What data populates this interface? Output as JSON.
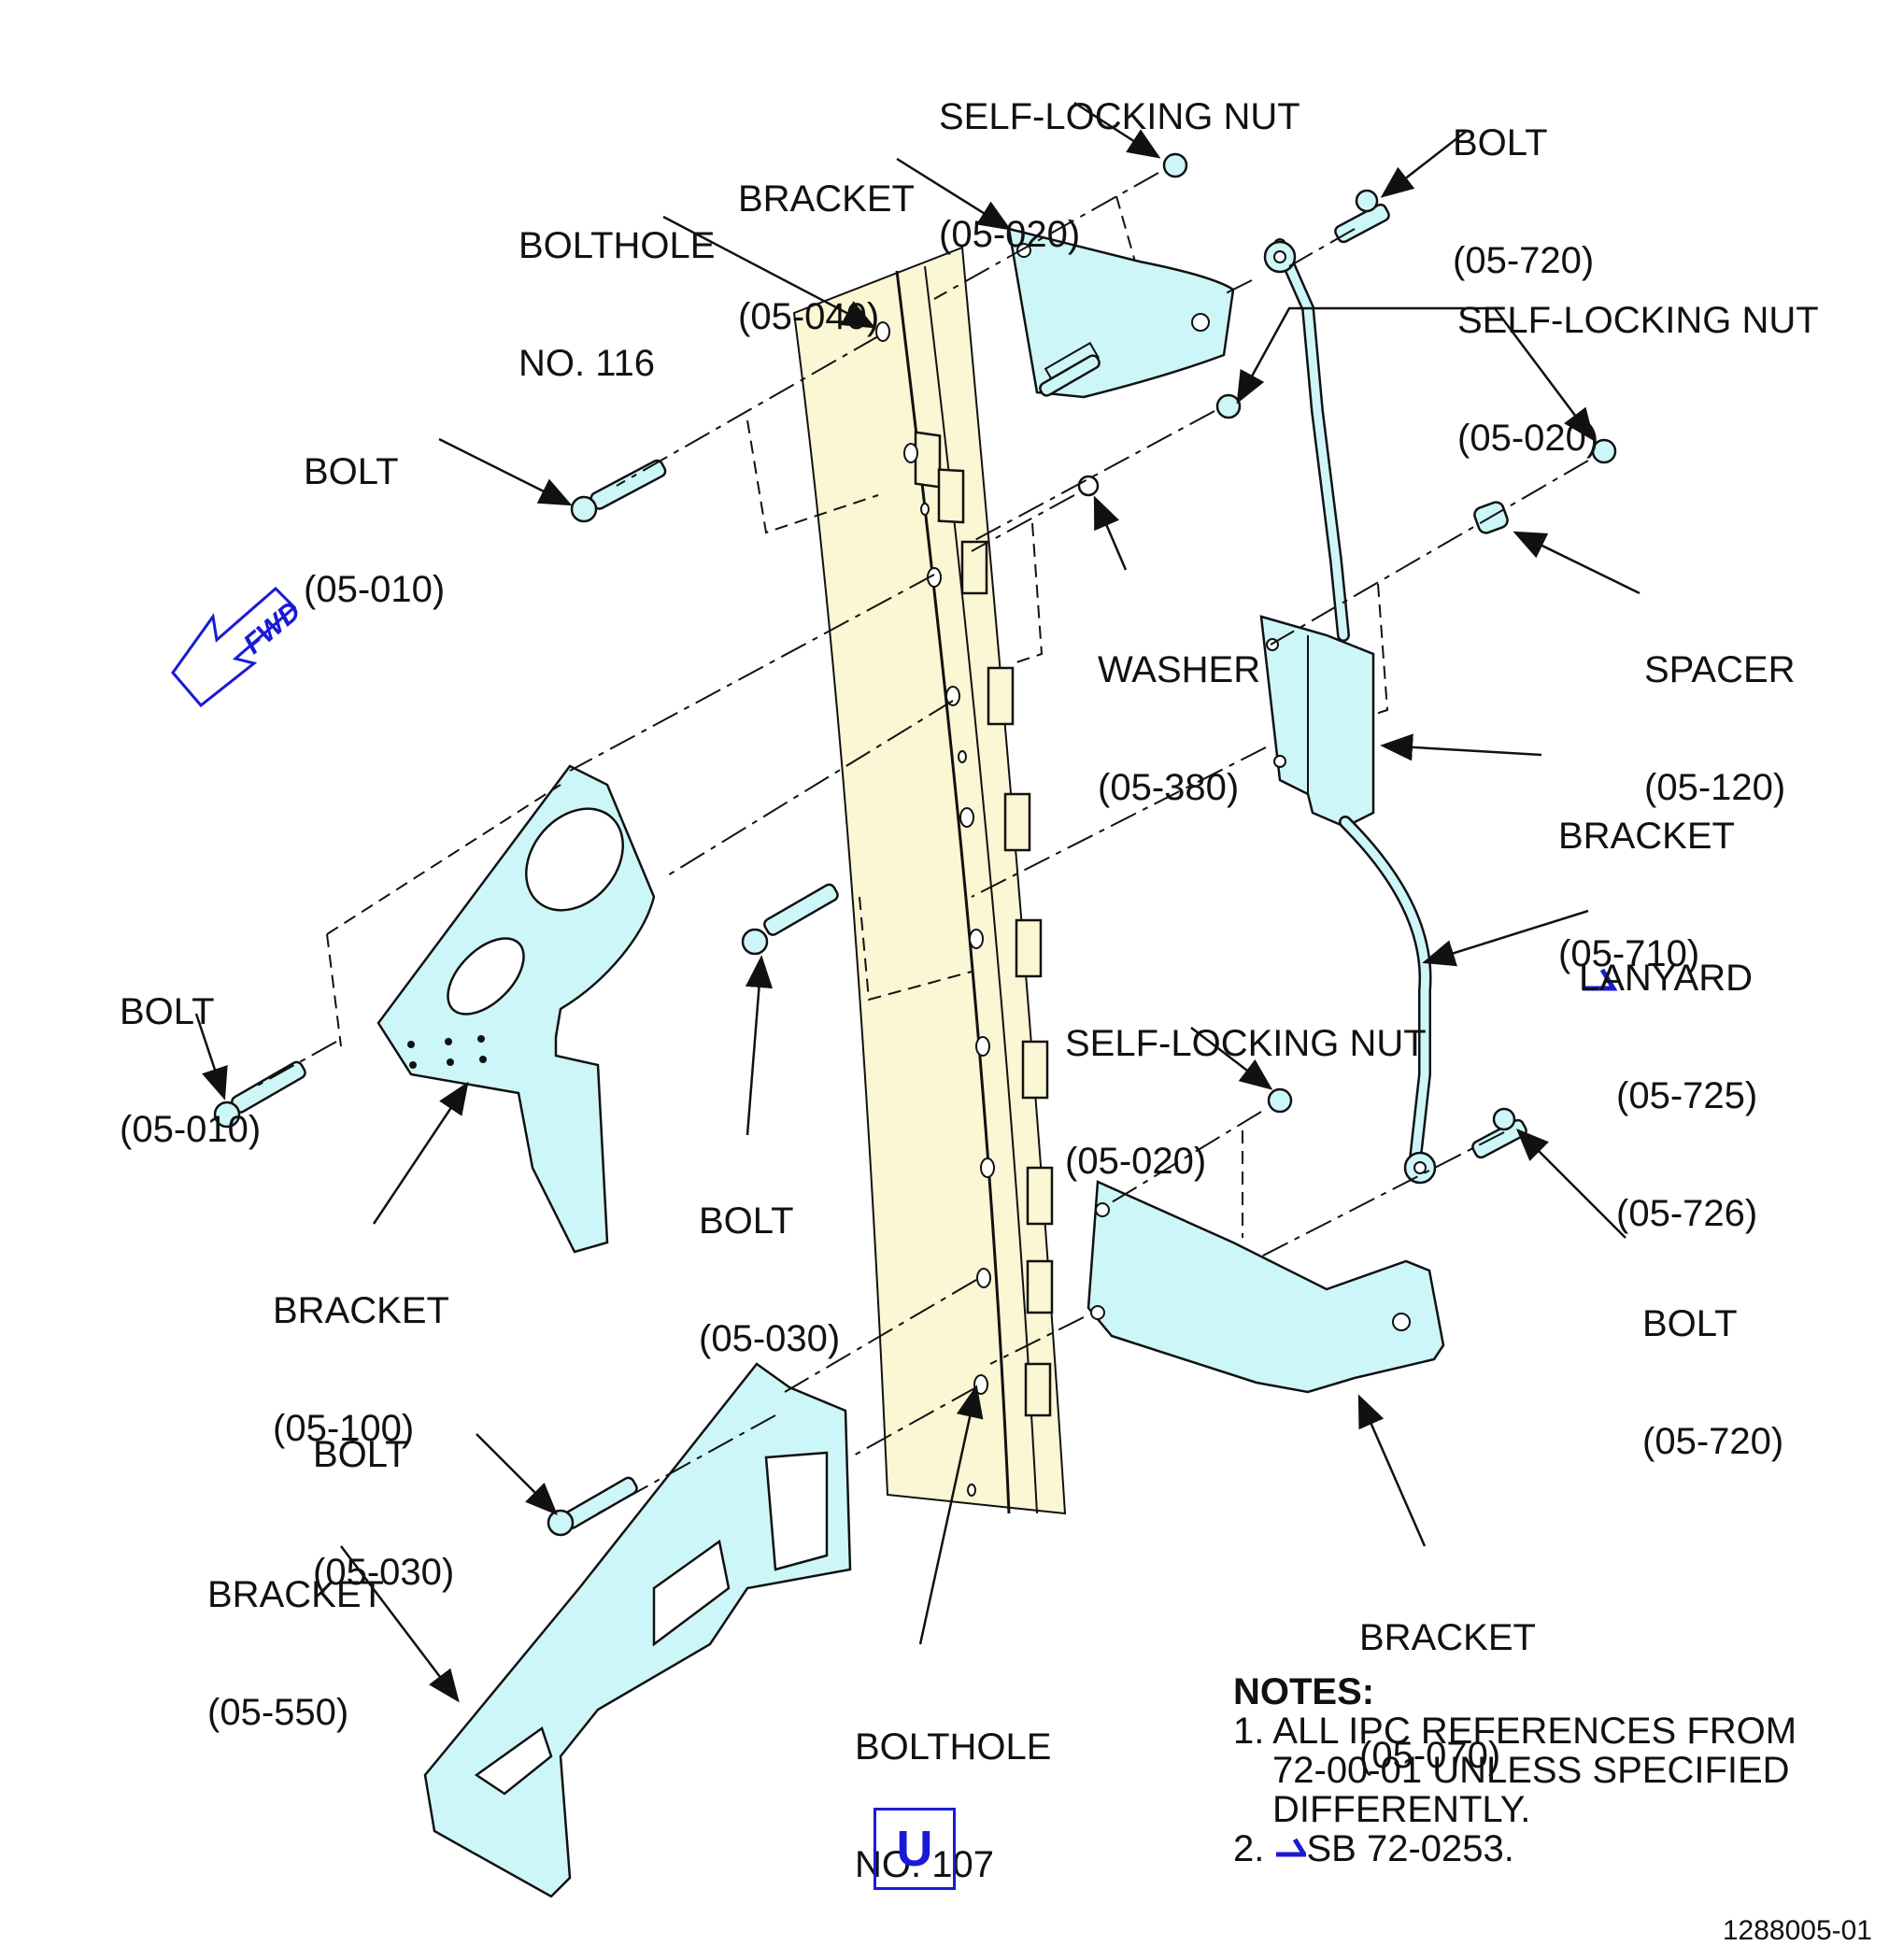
{
  "labels": {
    "nut_top": {
      "line1": "SELF-LOCKING NUT",
      "line2": "(05-020)"
    },
    "bolt_720_top": {
      "line1": "BOLT",
      "line2": "(05-720)"
    },
    "bracket_040": {
      "line1": "BRACKET",
      "line2": "(05-040)"
    },
    "bolthole_116": {
      "line1": "BOLTHOLE",
      "line2": "NO. 116"
    },
    "nut_right": {
      "line1": "SELF-LOCKING NUT",
      "line2": "(05-020)"
    },
    "bolt_010_upper": {
      "line1": "BOLT",
      "line2": "(05-010)"
    },
    "washer": {
      "line1": "WASHER",
      "line2": "(05-380)"
    },
    "spacer": {
      "line1": "SPACER",
      "line2": "(05-120)"
    },
    "bracket_710": {
      "line1": "BRACKET",
      "line2": "(05-710)"
    },
    "lanyard": {
      "line1": "LANYARD",
      "line2": "(05-725)",
      "line3": "(05-726)"
    },
    "bolt_010_lower": {
      "line1": "BOLT",
      "line2": "(05-010)"
    },
    "nut_mid": {
      "line1": "SELF-LOCKING NUT",
      "line2": "(05-020)"
    },
    "bolt_030_mid": {
      "line1": "BOLT",
      "line2": "(05-030)"
    },
    "bracket_100": {
      "line1": "BRACKET",
      "line2": "(05-100)"
    },
    "bolt_720_low": {
      "line1": "BOLT",
      "line2": "(05-720)"
    },
    "bolt_030_low": {
      "line1": "BOLT",
      "line2": "(05-030)"
    },
    "bracket_550": {
      "line1": "BRACKET",
      "line2": "(05-550)"
    },
    "bolthole_107": {
      "line1": "BOLTHOLE",
      "line2": "NO. 107"
    },
    "bracket_070": {
      "line1": "BRACKET",
      "line2": "(05-070)"
    }
  },
  "fwd": "FWD",
  "notes": {
    "title": "NOTES:",
    "item1_a": "1. ALL IPC REFERENCES FROM",
    "item1_b": "72-00-01 UNLESS SPECIFIED",
    "item1_c": "DIFFERENTLY.",
    "item2_num": "2.",
    "item2_text": "SB 72-0253."
  },
  "view_label": "U",
  "figure_number": "1288005-01",
  "colors": {
    "part_fill": "#cdf6f8",
    "frame_fill": "#fbf6d3",
    "ink": "#111111",
    "effectivity_blue": "#1a1ad6"
  }
}
